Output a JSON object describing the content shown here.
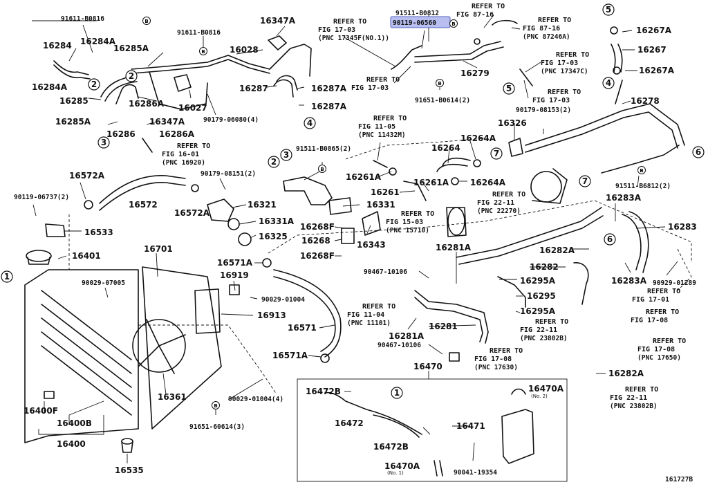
{
  "diagram_id": "161727B",
  "highlighted": "90119-06560",
  "labels": {
    "l_91611_B0816_a": "91611-B0816",
    "l_91611_B0816_b": "91611-B0816",
    "l_16347A_a": "16347A",
    "l_16284": "16284",
    "l_16284A_a": "16284A",
    "l_16285A_a": "16285A",
    "l_16028": "16028",
    "l_16284A_b": "16284A",
    "l_16285": "16285",
    "l_16286A": "16286A",
    "l_16027": "16027",
    "l_16347A_b": "16347A",
    "l_16285A_b": "16285A",
    "l_16286": "16286",
    "l_16286A_b": "16286A",
    "l_90179_06080": "90179-06080(4)",
    "l_16287": "16287",
    "l_16287A_a": "16287A",
    "l_16287A_b": "16287A",
    "l_91511_B0812": "91511-B0812",
    "l_90119_06560": "90119-06560",
    "l_16279": "16279",
    "l_91651_B0614": "91651-B0614(2)",
    "l_16267A_a": "16267A",
    "l_16267": "16267",
    "l_16267A_b": "16267A",
    "l_16278": "16278",
    "l_90179_08153": "90179-08153(2)",
    "l_16326": "16326",
    "l_16264": "16264",
    "l_16264A_a": "16264A",
    "l_91511_B0865": "91511-B0865(2)",
    "l_16261A_a": "16261A",
    "l_16261": "16261",
    "l_16261A_b": "16261A",
    "l_16264A_b": "16264A",
    "l_91511_B6812": "91511-B6812(2)",
    "l_16283A_a": "16283A",
    "l_16283": "16283",
    "l_16572A_a": "16572A",
    "l_90179_08151": "90179-08151(2)",
    "l_90119_06737": "90119-06737(2)",
    "l_16572": "16572",
    "l_16572A_b": "16572A",
    "l_16321": "16321",
    "l_16331": "16331",
    "l_16331A": "16331A",
    "l_16533": "16533",
    "l_16325": "16325",
    "l_16268F_a": "16268F",
    "l_16268": "16268",
    "l_16343": "16343",
    "l_16268F_b": "16268F",
    "l_16281A_a": "16281A",
    "l_16282A_a": "16282A",
    "l_16401": "16401",
    "l_16701": "16701",
    "l_16571A_a": "16571A",
    "l_16919": "16919",
    "l_90467_10106_a": "90467-10106",
    "l_16295A_a": "16295A",
    "l_16282": "16282",
    "l_16283A_b": "16283A",
    "l_90929_01289": "90929-01289",
    "l_90029_07005": "90029-07005",
    "l_90029_01004_a": "90029-01004",
    "l_16295": "16295",
    "l_16295A_b": "16295A",
    "l_16913": "16913",
    "l_16571": "16571",
    "l_16281": "16281",
    "l_16281A_b": "16281A",
    "l_90467_10106_b": "90467-10106",
    "l_16571A_b": "16571A",
    "l_16470": "16470",
    "l_16282A_b": "16282A",
    "l_16472B_a": "16472B",
    "l_16470A_a": "16470A",
    "l_16361": "16361",
    "l_90029_01004_b": "90029-01004(4)",
    "l_16400F": "16400F",
    "l_16400B": "16400B",
    "l_16472": "16472",
    "l_16471": "16471",
    "l_91651_60614": "91651-60614(3)",
    "l_16472B_b": "16472B",
    "l_16400": "16400",
    "l_16470A_b": "16470A",
    "l_90041_19354": "90041-19354",
    "l_16535": "16535",
    "no2": "(No. 2)",
    "no1": "(No. 1)"
  },
  "refs": {
    "r1": [
      "REFER TO",
      "FIG 17-03",
      "(PNC 17345F(NO.1))"
    ],
    "r2": [
      "REFER TO",
      "FIG 17-03"
    ],
    "r3": [
      "REFER TO",
      "FIG 87-16"
    ],
    "r4": [
      "REFER TO",
      "FIG 87-16",
      "(PNC 87246A)"
    ],
    "r5": [
      "REFER TO",
      "FIG 17-03",
      "(PNC 17347C)"
    ],
    "r6": [
      "REFER TO",
      "FIG 17-03"
    ],
    "r7": [
      "REFER TO",
      "FIG 16-01",
      "(PNC 16920)"
    ],
    "r8": [
      "REFER TO",
      "FIG 11-05",
      "(PNC 11432M)"
    ],
    "r9": [
      "REFER TO",
      "FIG 22-11",
      "(PNC 22270)"
    ],
    "r10": [
      "REFER TO",
      "FIG 15-03",
      "(PNC 15710)"
    ],
    "r11": [
      "REFER TO",
      "FIG 11-04",
      "(PNC 11101)"
    ],
    "r12": [
      "REFER TO",
      "FIG 22-11",
      "(PNC 23802B)"
    ],
    "r13": [
      "REFER TO",
      "FIG 17-08",
      "(PNC 17630)"
    ],
    "r14": [
      "REFER TO",
      "FIG 17-01"
    ],
    "r15": [
      "REFER TO",
      "FIG 17-08"
    ],
    "r16": [
      "REFER TO",
      "FIG 17-08",
      "(PNC 17650)"
    ],
    "r17": [
      "REFER TO",
      "FIG 22-11",
      "(PNC 23802B)"
    ]
  },
  "callouts": {
    "c1a": "1",
    "c1b": "1",
    "c2a": "2",
    "c2b": "2",
    "c2c": "2",
    "c3a": "3",
    "c3b": "3",
    "c4a": "4",
    "c4b": "4",
    "c5a": "5",
    "c5b": "5",
    "c6a": "6",
    "c6b": "6",
    "c7a": "7",
    "c7b": "7"
  },
  "bolt_marker": "B"
}
